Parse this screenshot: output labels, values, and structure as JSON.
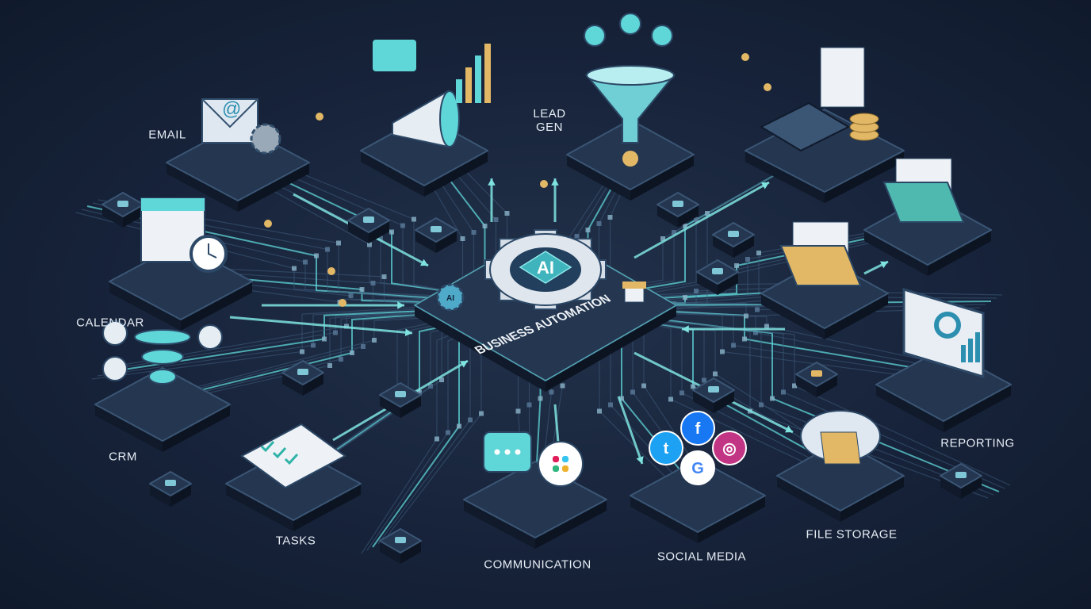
{
  "center": {
    "chip_label": "AI",
    "small_gear_label": "AI",
    "title": "BUSINESS AUTOMATION",
    "icon": "gear-ai-chip-icon"
  },
  "labels": {
    "email": "EMAIL",
    "lead_gen_line1": "LEAD",
    "lead_gen_line2": "GEN",
    "calendar": "CALENDAR",
    "crm": "CRM",
    "tasks": "TASKS",
    "communication": "COMMUNICATION",
    "social_media": "SOCIAL MEDIA",
    "file_storage": "FILE STORAGE",
    "reporting": "REPORTING"
  },
  "icons": {
    "email": "email-gear-icon",
    "marketing": "megaphone-icon",
    "lead_gen": "funnel-icon",
    "finance": "calculator-coins-icon",
    "sync_folder": "folder-sync-icon",
    "documents": "folder-documents-icon",
    "reporting": "dashboard-icon",
    "file_storage": "cloud-folder-icon",
    "social_media": [
      "twitter-icon",
      "facebook-icon",
      "instagram-icon",
      "google-icon"
    ],
    "communication": [
      "chat-bubble-icon",
      "slack-icon"
    ],
    "tasks": "checklist-icon",
    "crm": "crm-funnel-icon",
    "calendar": "calendar-clock-icon"
  },
  "colors": {
    "background": "#17233a",
    "accent": "#5fd6d8",
    "tile": "#243650",
    "tile_edge": "#3b5675",
    "gold": "#e2b866"
  }
}
